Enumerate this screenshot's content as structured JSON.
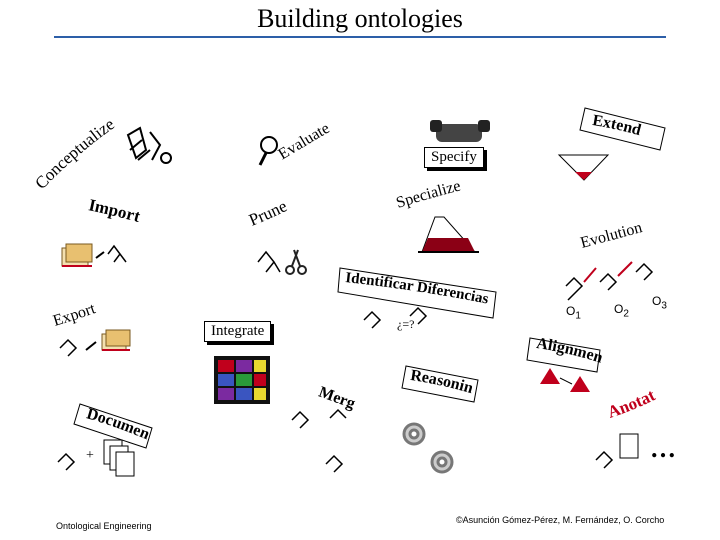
{
  "title": "Building ontologies",
  "labels": {
    "conceptualize": "Conceptualize",
    "evaluate": "Evaluate",
    "extend": "Extend",
    "specify": "Specify",
    "specialize": "Specialize",
    "import": "Import",
    "prune": "Prune",
    "evolution": "Evolution",
    "identify": "Identificar Diferencias",
    "export": "Export",
    "integrate": "Integrate",
    "neq": "¿=?",
    "alignment": "Alignment",
    "reasoning": "Reasoning",
    "merge": "Merge",
    "document": "Document",
    "annotate": "Anotate",
    "plus": "+",
    "ellipsis": "…",
    "o1": "O",
    "o1_sub": "1",
    "o2": "O",
    "o2_sub": "2",
    "o3": "O",
    "o3_sub": "3"
  },
  "footer": {
    "left": "Ontological Engineering",
    "right": "©Asunción Gómez-Pérez, M. Fernández, O. Corcho"
  },
  "colors": {
    "rule": "#2d5fa8",
    "accent_red": "#c0001c",
    "triangle_dark": "#8b0015"
  }
}
